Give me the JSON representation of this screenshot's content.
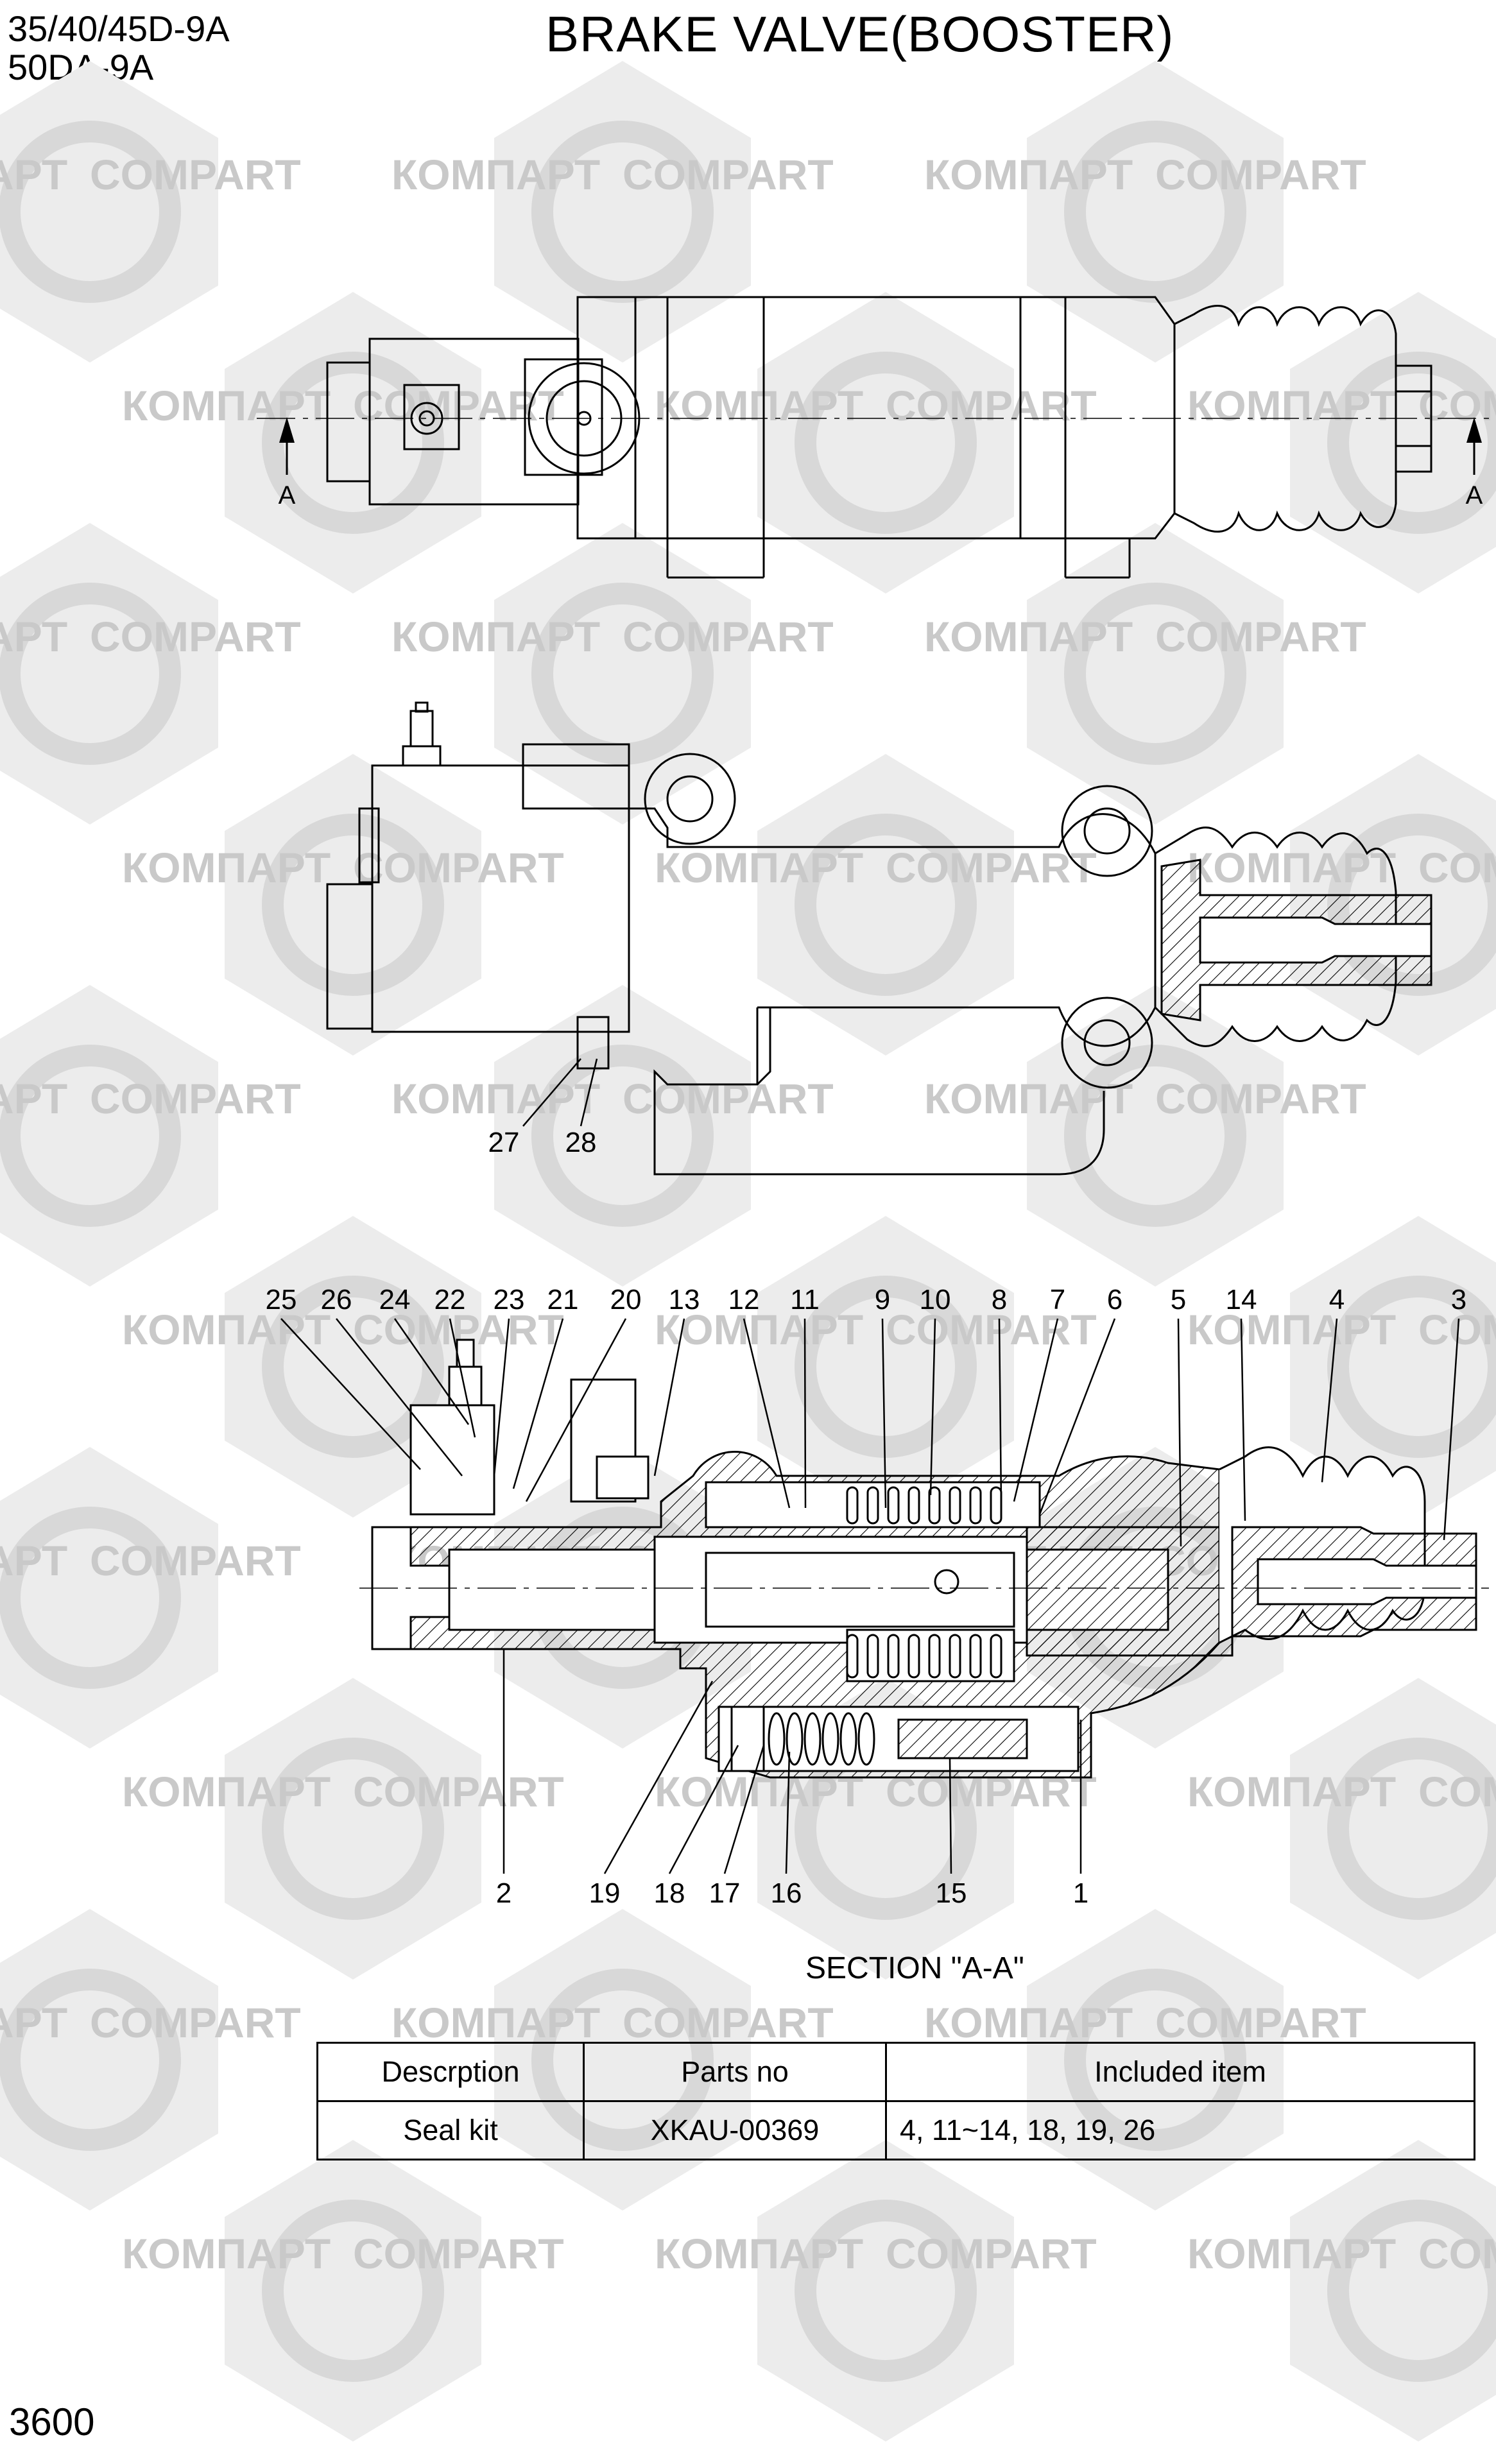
{
  "header": {
    "model_line_1": "35/40/45D-9A",
    "model_line_2": "50DA-9A",
    "title": "BRAKE VALVE(BOOSTER)"
  },
  "watermark": {
    "text_a": "КОМПАРТ",
    "text_b": "COMPART",
    "color": "#c9c9c9"
  },
  "top_view": {
    "section_marker_left": "A",
    "section_marker_right": "A"
  },
  "side_view": {
    "callouts": [
      "27",
      "28"
    ]
  },
  "section_view": {
    "label": "SECTION \"A-A\"",
    "callouts_top": [
      "25",
      "26",
      "24",
      "22",
      "23",
      "21",
      "20",
      "13",
      "12",
      "11",
      "9",
      "10",
      "8",
      "7",
      "6",
      "5",
      "14",
      "4",
      "3"
    ],
    "callouts_bottom": [
      "2",
      "19",
      "18",
      "17",
      "16",
      "15",
      "1"
    ]
  },
  "parts_table": {
    "headers": [
      "Descrption",
      "Parts no",
      "Included item"
    ],
    "rows": [
      {
        "description": "Seal kit",
        "parts_no": "XKAU-00369",
        "included": "4, 11~14, 18, 19, 26"
      }
    ]
  },
  "footer": {
    "page_number": "3600"
  }
}
